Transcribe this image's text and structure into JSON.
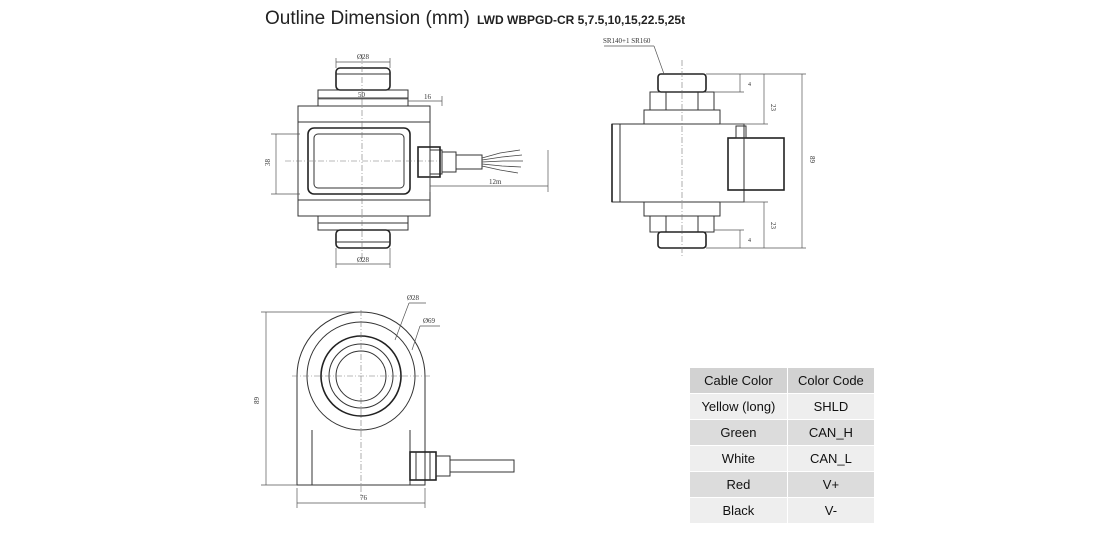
{
  "header": {
    "title": "Outline Dimension (mm)",
    "model": "LWD WBPGD-CR 5,7.5,10,15,22.5,25t"
  },
  "dimensions": {
    "front_top_dia": "Ø28",
    "front_width": "50",
    "front_side": "16",
    "front_height": "38",
    "front_bottom_dia": "Ø28",
    "cable_length": "12m",
    "side_thread": "SR140+1  SR160",
    "side_total": "89",
    "side_top_small": "4",
    "side_top": "23",
    "side_bottom_small": "4",
    "side_bottom": "23",
    "top_inner_dia": "Ø28",
    "top_outer_dia": "Ø69",
    "top_height": "89",
    "top_width": "76"
  },
  "cable_table": {
    "headers": [
      "Cable Color",
      "Color Code"
    ],
    "rows": [
      [
        "Yellow (long)",
        "SHLD"
      ],
      [
        "Green",
        "CAN_H"
      ],
      [
        "White",
        "CAN_L"
      ],
      [
        "Red",
        "V+"
      ],
      [
        "Black",
        "V-"
      ]
    ]
  }
}
